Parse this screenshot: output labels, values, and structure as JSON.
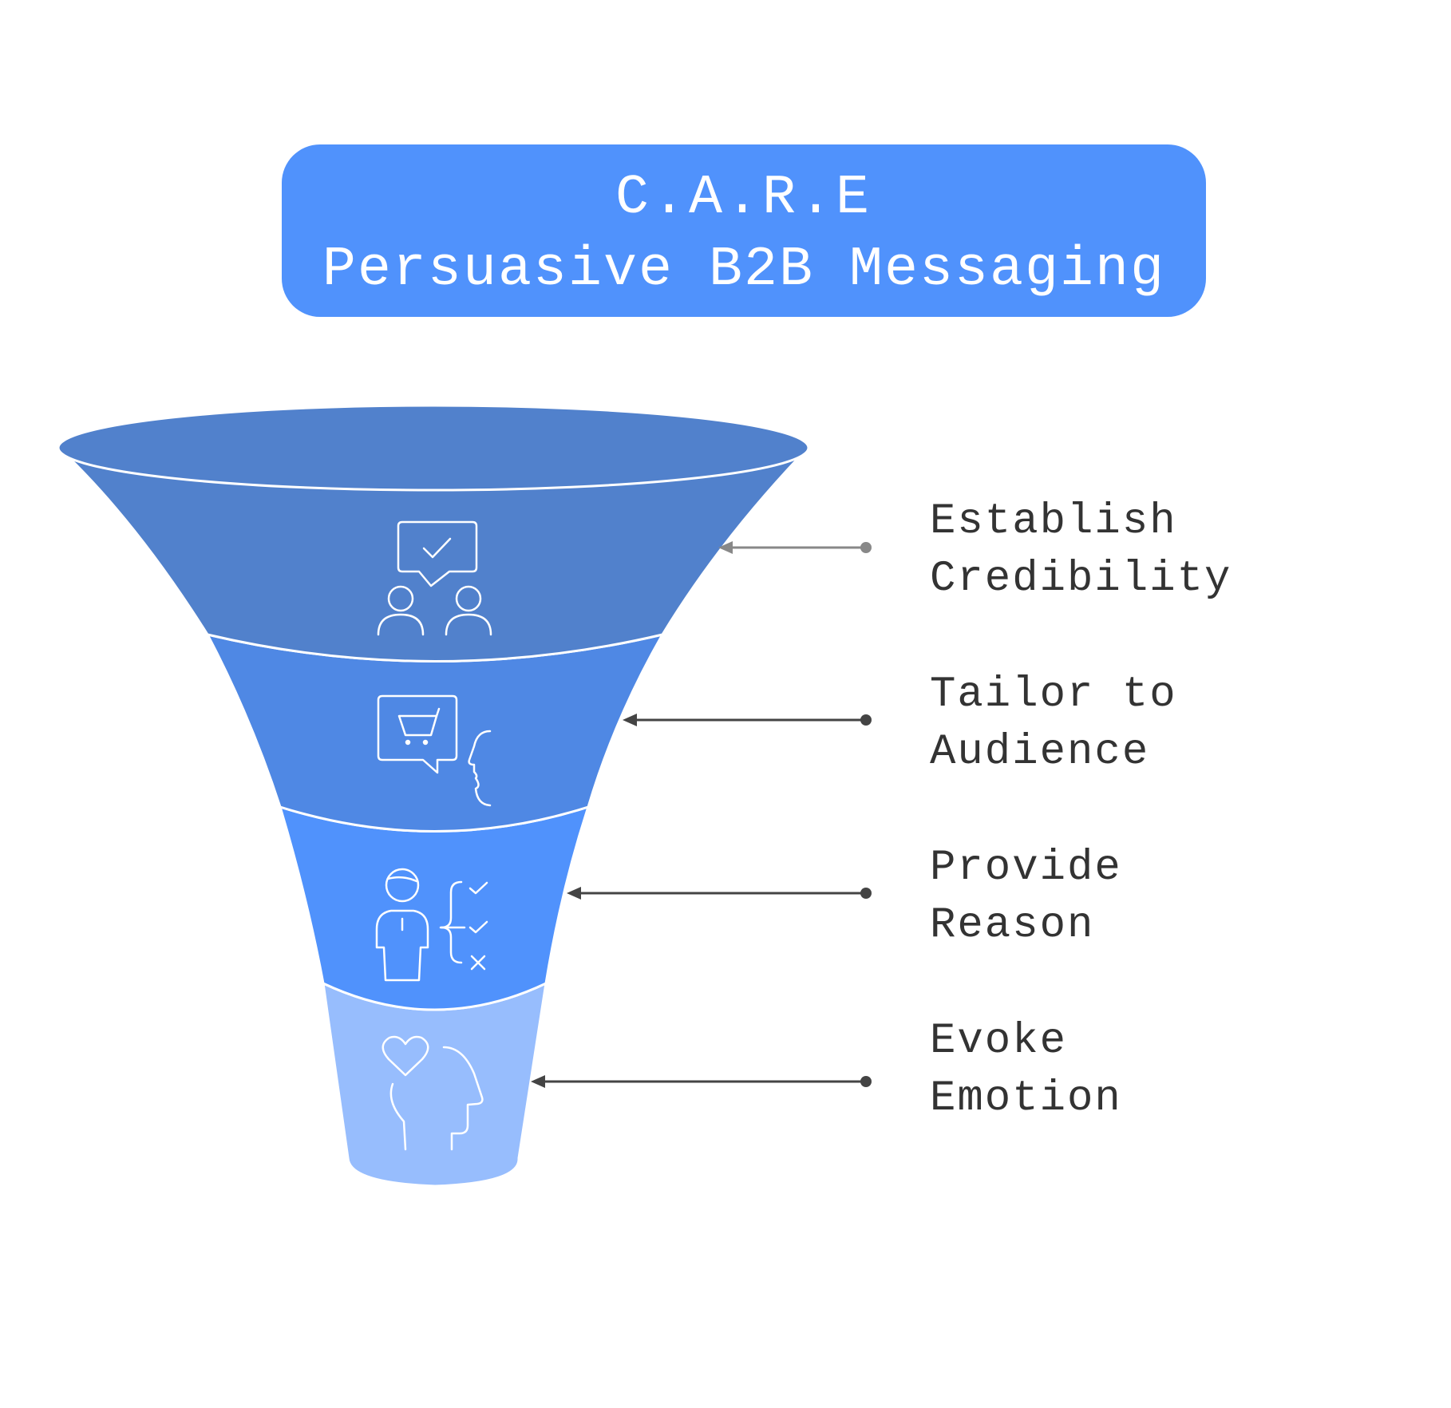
{
  "title": {
    "line1": "C.A.R.E",
    "line2": "Persuasive B2B Messaging"
  },
  "colors": {
    "title_background": "#5092FC",
    "title_text": "#FFFFFF",
    "funnel_rim": "#5181CC",
    "stage_1": "#5181CC",
    "stage_2": "#4F88E4",
    "stage_3": "#5092FC",
    "stage_4": "#97BDFD",
    "label_text": "#333333",
    "arrow_primary": "#444444",
    "arrow_secondary": "#888888"
  },
  "stages": [
    {
      "line1": "Establish",
      "line2": "Credibility",
      "icon": "people-conversation-check-icon"
    },
    {
      "line1": "Tailor to",
      "line2": "Audience",
      "icon": "customer-shopping-cart-speech-icon"
    },
    {
      "line1": "Provide",
      "line2": "Reason",
      "icon": "person-checklist-icon"
    },
    {
      "line1": "Evoke",
      "line2": "Emotion",
      "icon": "head-heart-icon"
    }
  ]
}
